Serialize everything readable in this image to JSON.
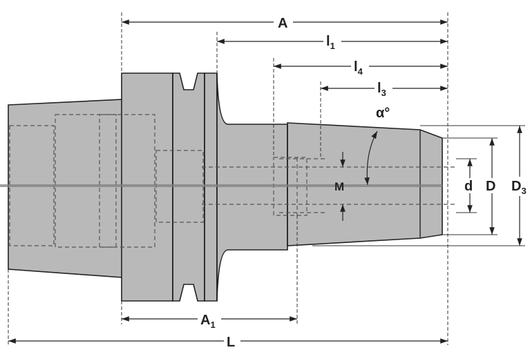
{
  "labels": {
    "A": "A",
    "l1": {
      "base": "l",
      "sub": "1"
    },
    "l4": {
      "base": "l",
      "sub": "4"
    },
    "l3": {
      "base": "l",
      "sub": "3"
    },
    "alpha": "α°",
    "M": "M",
    "d": "d",
    "D": "D",
    "D3": {
      "base": "D",
      "sub": "3"
    },
    "A1": {
      "base": "A",
      "sub": "1"
    },
    "L": "L"
  },
  "colors": {
    "body": "#b9b9b9",
    "outline": "#222222",
    "centerline": "#808080"
  }
}
